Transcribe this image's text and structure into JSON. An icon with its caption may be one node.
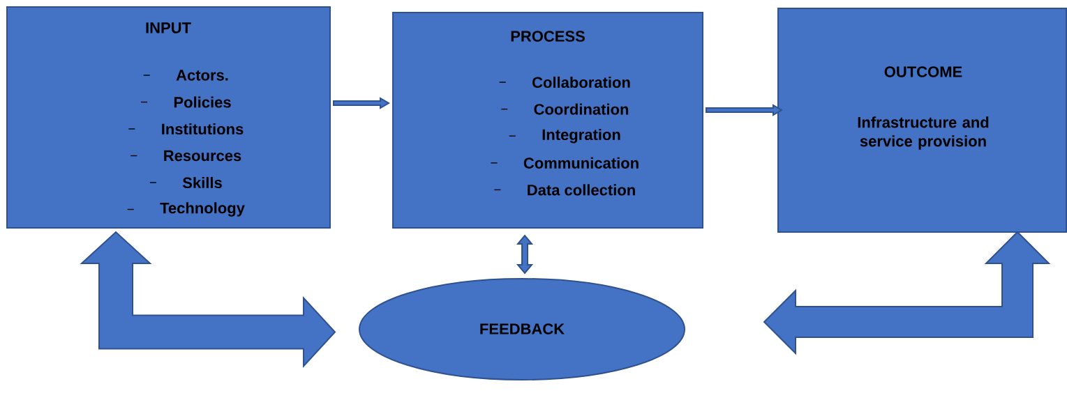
{
  "diagram": {
    "nodes": [
      {
        "text": [
          "INPUT",
          "Actors.",
          "Policies",
          "Institutions",
          "Resources",
          "Skills",
          "Technology"
        ]
      },
      {
        "text": [
          "PROCESS",
          "Collaboration",
          "Coordination",
          "Integration",
          "Communication",
          "Data collection"
        ]
      },
      {
        "text": [
          "OUTCOME",
          "Infrastructure and service provision"
        ]
      },
      {
        "text": [
          "FEEDBACK"
        ]
      }
    ],
    "edges": [
      {
        "from": 0,
        "to": 1,
        "arrow": "to"
      },
      {
        "from": 1,
        "to": 2,
        "arrow": "to"
      },
      {
        "from": 1,
        "to": 3,
        "arrow": "both"
      },
      {
        "from": 0,
        "to": 3,
        "arrow": "both"
      },
      {
        "from": 2,
        "to": 3,
        "arrow": "both"
      }
    ]
  }
}
